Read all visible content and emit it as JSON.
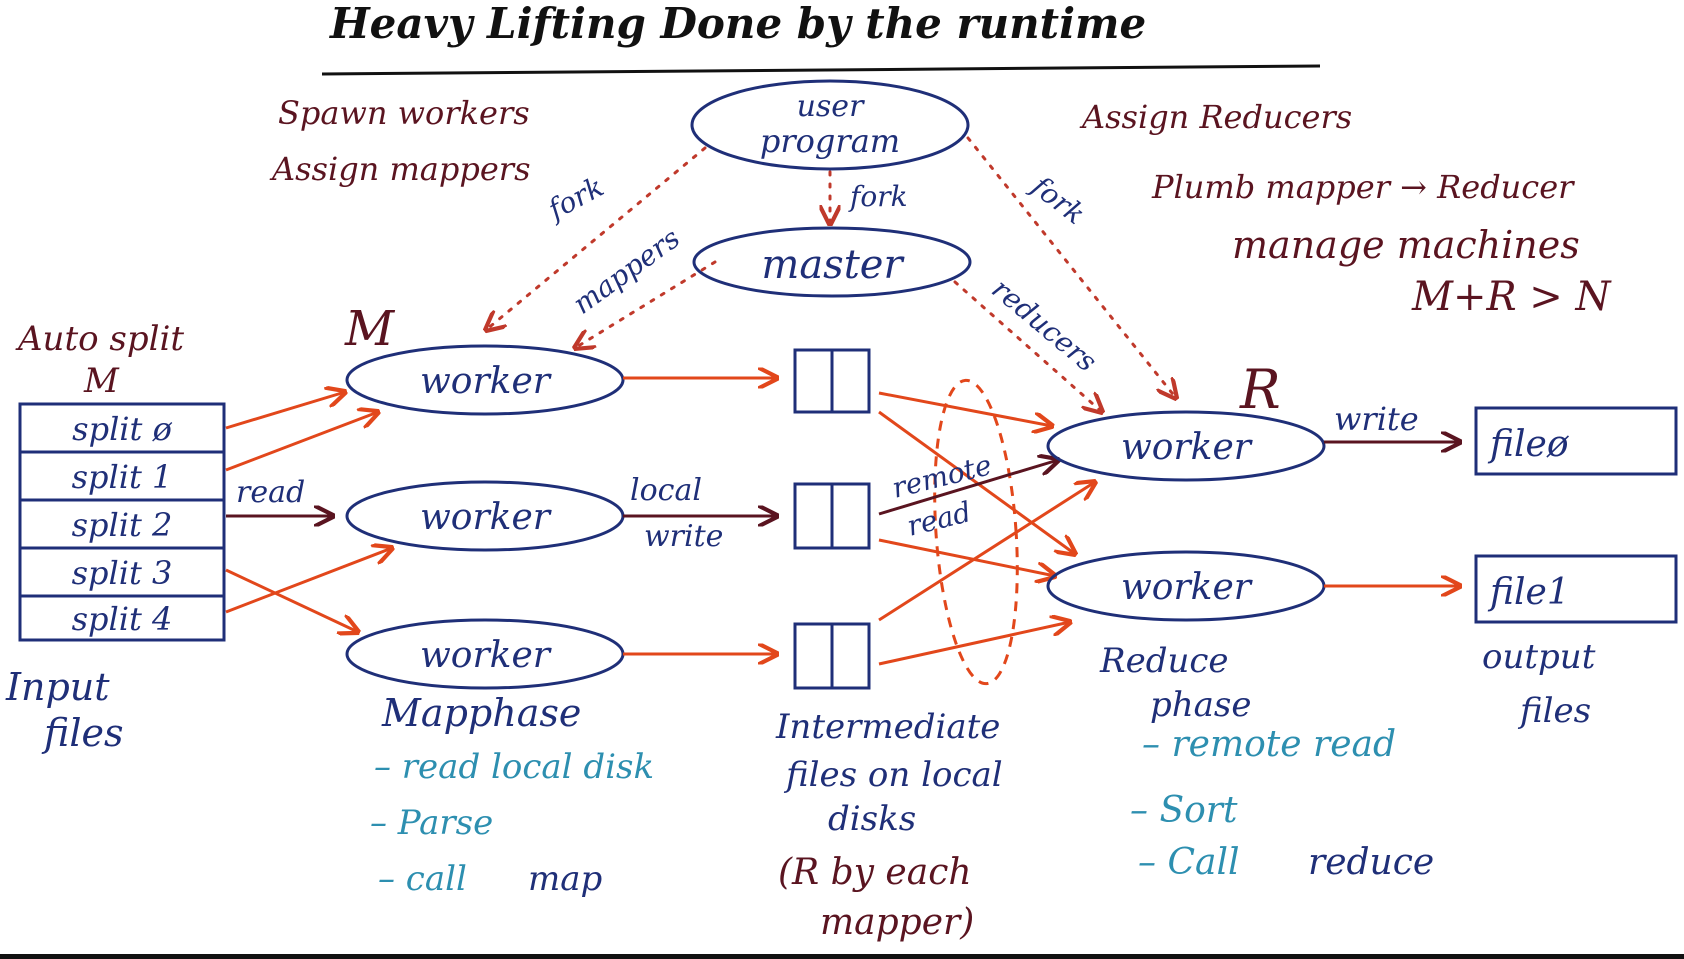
{
  "title": "Heavy Lifting Done by the runtime",
  "notes_left": [
    "Spawn workers",
    "Assign mappers"
  ],
  "notes_right": [
    "Assign Reducers",
    "Plumb mapper → Reducer",
    "manage machines",
    "M+R > N"
  ],
  "user_program": [
    "user",
    "program"
  ],
  "master": "master",
  "labels": {
    "fork": "fork",
    "mappers": "mappers",
    "reducers": "reducers",
    "read": "read",
    "local": "local",
    "write_lower": "write",
    "remote": "remote",
    "remote_read": "read",
    "write": "write",
    "M": "M",
    "R": "R",
    "auto_split": [
      "Auto split",
      "M"
    ]
  },
  "splits": [
    "split ø",
    "split 1",
    "split 2",
    "split 3",
    "split 4"
  ],
  "input_files": [
    "Input",
    "files"
  ],
  "worker": "worker",
  "output_files_list": [
    "fileø",
    "file1"
  ],
  "output_label": [
    "output",
    "files"
  ],
  "map_phase": {
    "title": "Mapphase",
    "steps": [
      "– read local disk",
      "– Parse",
      "– call"
    ],
    "map_word": "map"
  },
  "intermediate": {
    "lines": [
      "Intermediate",
      "files on local",
      "disks"
    ],
    "note": [
      "(R by each",
      "mapper)"
    ]
  },
  "reduce_phase": {
    "title": [
      "Reduce",
      "phase"
    ],
    "steps": [
      "– remote read",
      "– Sort",
      "– Call"
    ],
    "reduce_word": "reduce"
  },
  "colors": {
    "maroon": "#5a1420",
    "navy": "#1f2f78",
    "teal": "#2d8fb0",
    "orange": "#e2471b",
    "dotted": "#c0392b"
  }
}
